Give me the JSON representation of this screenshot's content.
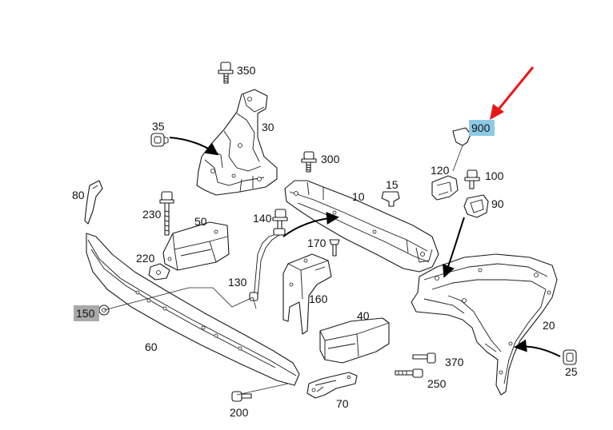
{
  "callouts": {
    "c350": "350",
    "c30": "30",
    "c35": "35",
    "c300": "300",
    "c10": "10",
    "c15": "15",
    "c900": "900",
    "c120": "120",
    "c100": "100",
    "c90": "90",
    "c80": "80",
    "c230": "230",
    "c50": "50",
    "c140": "140",
    "c170": "170",
    "c220": "220",
    "c130": "130",
    "c160": "160",
    "c150": "150",
    "c60": "60",
    "c40": "40",
    "c370": "370",
    "c250": "250",
    "c20": "20",
    "c25": "25",
    "c200": "200",
    "c70": "70"
  },
  "colors": {
    "highlight_selected": "#8ccbe6",
    "highlight_grey": "#a9a9a9",
    "arrow": "#e8161b",
    "line": "#1a1a1a"
  },
  "selected_part": "900"
}
